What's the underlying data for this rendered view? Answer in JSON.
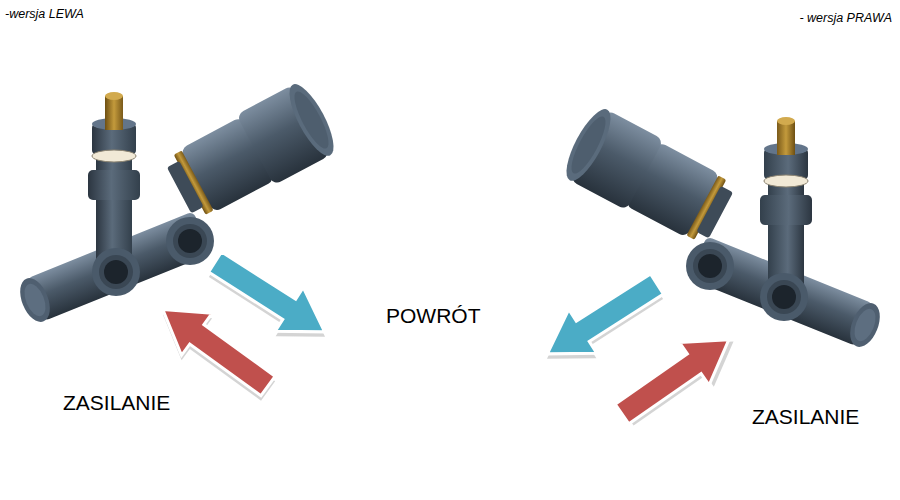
{
  "diagram": {
    "labels": [
      "-wersja LEWA",
      "- wersja PRAWA",
      "POWRÓT",
      "ZASILANIE",
      "ZASILANIE"
    ]
  }
}
